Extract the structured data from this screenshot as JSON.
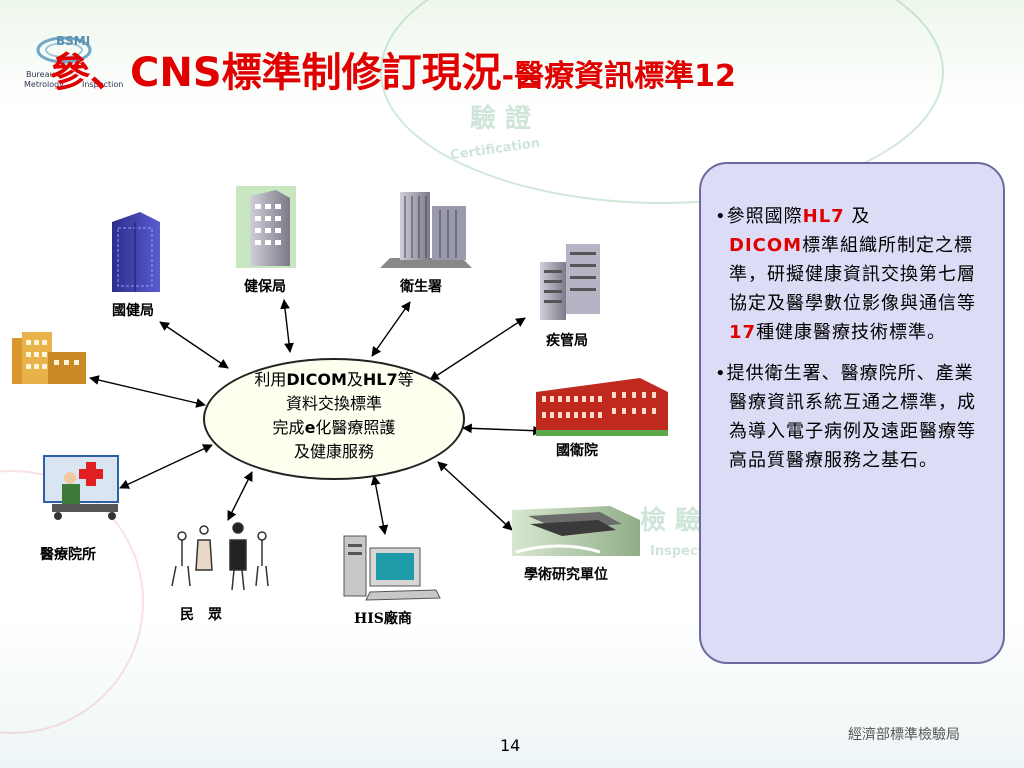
{
  "title": {
    "main": "參、CNS標準制修訂現況",
    "dash": "-",
    "sub": "醫療資訊標準12"
  },
  "logo": {
    "lines": [
      "Bureau",
      "Metrology",
      "Inspection"
    ],
    "mark": "BSMI"
  },
  "hub": {
    "line1_a": "利用",
    "line1_b": "DICOM",
    "line1_c": "及",
    "line1_d": "HL7",
    "line1_e": "等",
    "line2": "資料交換標準",
    "line3_a": "完成",
    "line3_b": "e",
    "line3_c": "化醫療照護",
    "line4": "及健康服務"
  },
  "nodes": {
    "guojianju": "國健局",
    "jianbaoju": "健保局",
    "weishengshu": "衛生署",
    "jiguanju": "疾管局",
    "guoweiyuan": "國衛院",
    "xueshu": "學術研究單位",
    "his": "HIS廠商",
    "minzhong": "民　眾",
    "yiliaoyuansuo": "醫療院所"
  },
  "panel": {
    "bullet1": {
      "a": "參照國際",
      "hl7": "HL7",
      "b": " 及",
      "dicom": "DICOM",
      "c": "標準組織所制定之標準，研擬健康資訊交換第七層協定及醫學數位影像與通信等",
      "num": "17",
      "d": "種健康醫療技術標準。"
    },
    "bullet2": "提供衛生署、醫療院所、產業醫療資訊系統互通之標準，成為導入電子病例及遠距醫療等高品質醫療服務之基石。"
  },
  "watermark": {
    "cert_cn": "驗 證",
    "cert_en": "Certification",
    "insp_cn": "檢 驗",
    "insp_en": "Inspection"
  },
  "footer": {
    "page": "14",
    "org": "經濟部標準檢驗局"
  }
}
